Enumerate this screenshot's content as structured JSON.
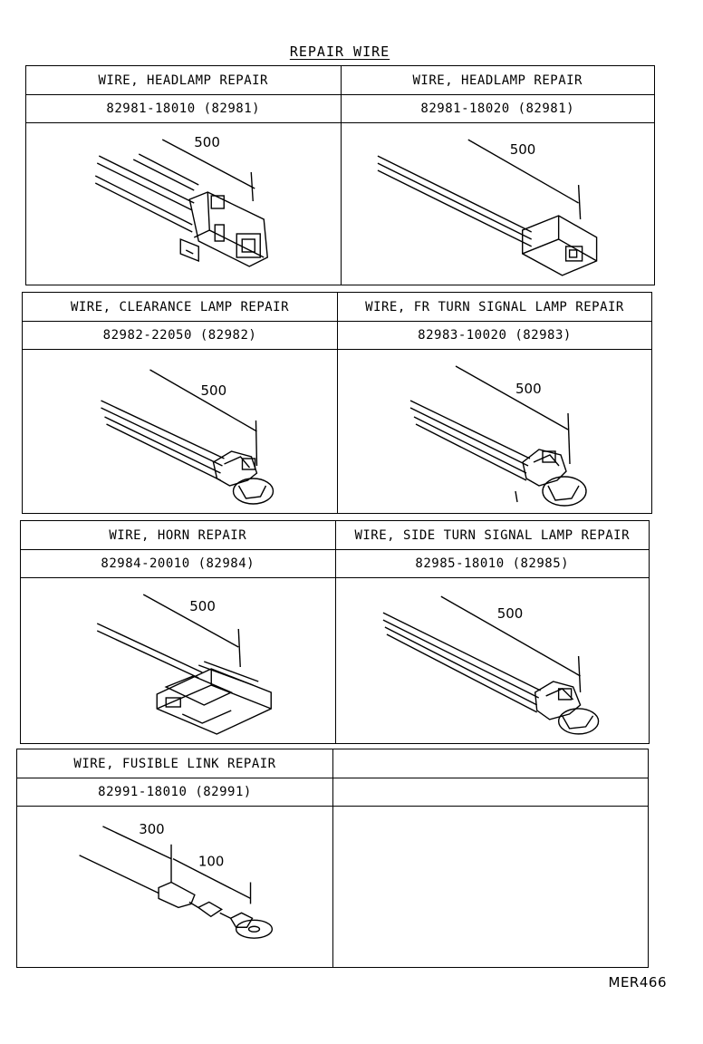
{
  "title": "REPAIR WIRE",
  "doc_code": "MER466",
  "rows": [
    {
      "cells": [
        {
          "name": "WIRE, HEADLAMP REPAIR",
          "part": "82981-18010 (82981)",
          "dims": [
            "500"
          ]
        },
        {
          "name": "WIRE, HEADLAMP REPAIR",
          "part": "82981-18020 (82981)",
          "dims": [
            "500"
          ]
        }
      ]
    },
    {
      "cells": [
        {
          "name": "WIRE, CLEARANCE LAMP REPAIR",
          "part": "82982-22050 (82982)",
          "dims": [
            "500"
          ]
        },
        {
          "name": "WIRE, FR TURN SIGNAL LAMP REPAIR",
          "part": "82983-10020 (82983)",
          "dims": [
            "500"
          ]
        }
      ]
    },
    {
      "cells": [
        {
          "name": "WIRE, HORN REPAIR",
          "part": "82984-20010 (82984)",
          "dims": [
            "500"
          ]
        },
        {
          "name": "WIRE, SIDE TURN SIGNAL LAMP REPAIR",
          "part": "82985-18010 (82985)",
          "dims": [
            "500"
          ]
        }
      ]
    },
    {
      "cells": [
        {
          "name": "WIRE, FUSIBLE LINK REPAIR",
          "part": "82991-18010 (82991)",
          "dims": [
            "300",
            "100"
          ]
        },
        {
          "name": "",
          "part": "",
          "dims": []
        }
      ]
    }
  ]
}
